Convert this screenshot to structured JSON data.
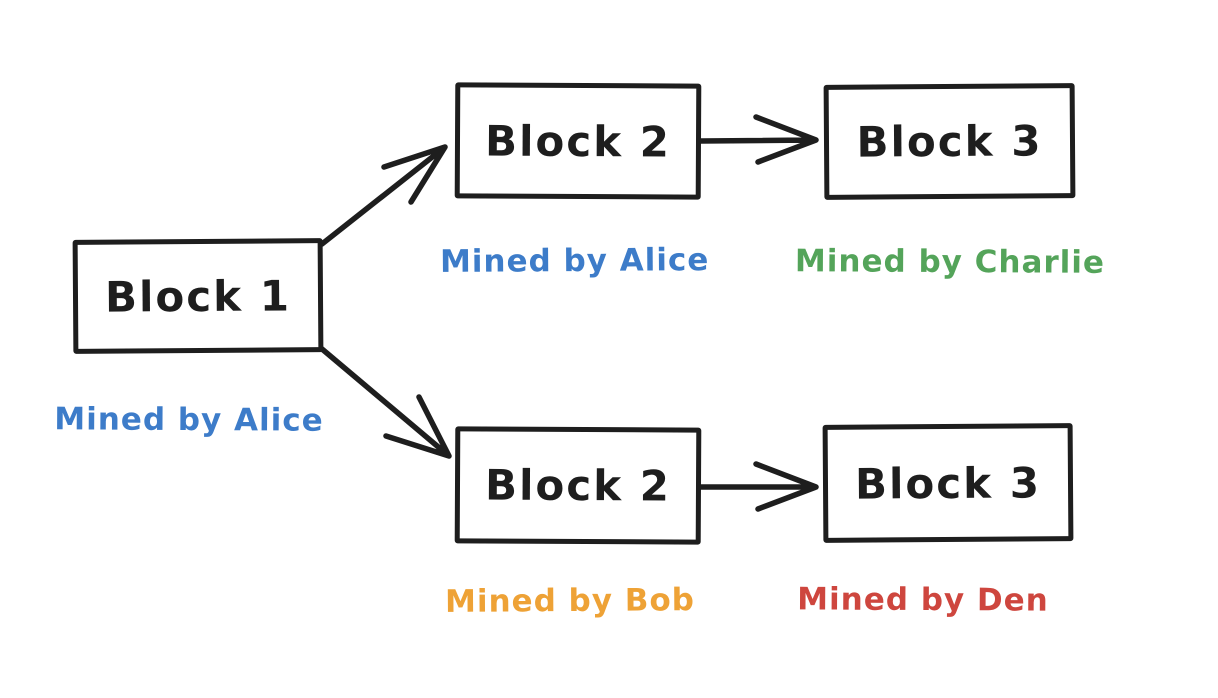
{
  "palette": {
    "background": "#ffffff",
    "stroke": "#1e1e1e",
    "blue": "#3d7cc9",
    "green": "#54a45a",
    "orange": "#eea236",
    "red": "#ce463e"
  },
  "nodes": [
    {
      "id": "block-1",
      "label": "Block 1",
      "miner": "Mined by Alice",
      "miner_color": "#3d7cc9"
    },
    {
      "id": "block-2-top",
      "label": "Block 2",
      "miner": "Mined by Alice",
      "miner_color": "#3d7cc9"
    },
    {
      "id": "block-3-top",
      "label": "Block 3",
      "miner": "Mined by Charlie",
      "miner_color": "#54a45a"
    },
    {
      "id": "block-2-bottom",
      "label": "Block 2",
      "miner": "Mined by Bob",
      "miner_color": "#eea236"
    },
    {
      "id": "block-3-bottom",
      "label": "Block 3",
      "miner": "Mined by Den",
      "miner_color": "#ce463e"
    }
  ],
  "edges": [
    {
      "from": "block-1",
      "to": "block-2-top"
    },
    {
      "from": "block-1",
      "to": "block-2-bottom"
    },
    {
      "from": "block-2-top",
      "to": "block-3-top"
    },
    {
      "from": "block-2-bottom",
      "to": "block-3-bottom"
    }
  ]
}
